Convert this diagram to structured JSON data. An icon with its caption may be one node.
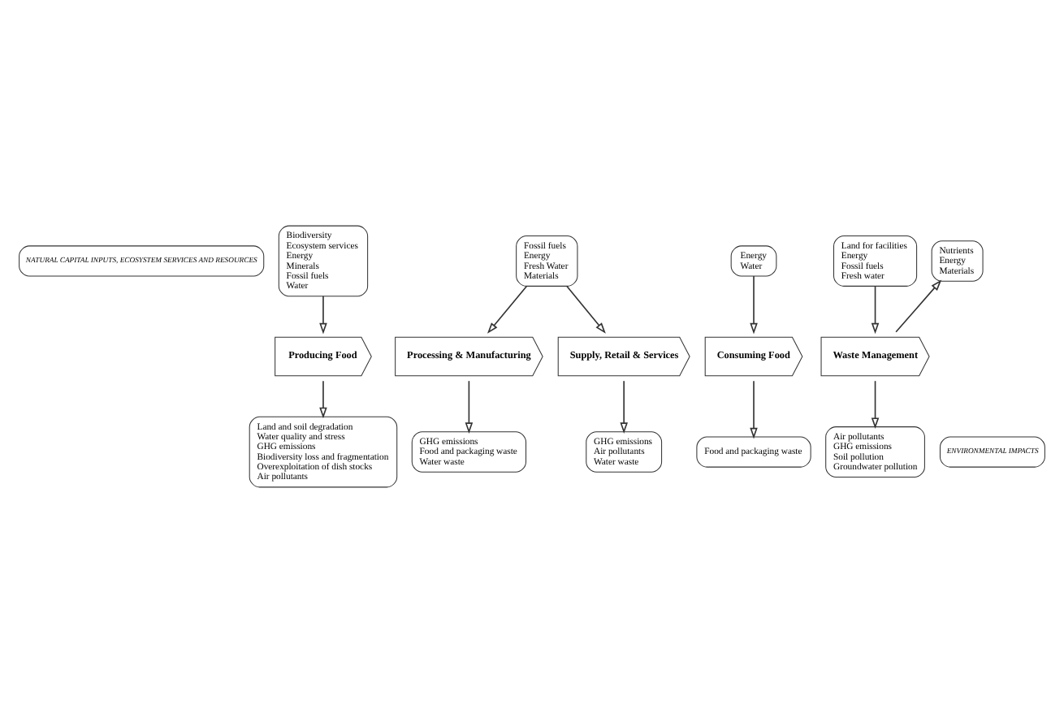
{
  "diagram": {
    "nodes": [
      {
        "text": [
          "NATURAL CAPITAL INPUTS, ECOSYSTEM SERVICES AND RESOURCES"
        ]
      },
      {
        "text": [
          "Biodiversity",
          "Ecosystem services",
          "Energy",
          "Minerals",
          "Fossil fuels",
          "Water"
        ]
      },
      {
        "text": [
          "Fossil fuels",
          "Energy",
          "Fresh Water",
          "Materials"
        ]
      },
      {
        "text": [
          "Energy",
          "Water"
        ]
      },
      {
        "text": [
          "Land for facilities",
          "Energy",
          "Fossil fuels",
          "Fresh water"
        ]
      },
      {
        "text": [
          "Nutrients",
          "Energy",
          "Materials"
        ]
      },
      {
        "text": [
          "Producing Food"
        ]
      },
      {
        "text": [
          "Processing & Manufacturing"
        ]
      },
      {
        "text": [
          "Supply, Retail & Services"
        ]
      },
      {
        "text": [
          "Consuming Food"
        ]
      },
      {
        "text": [
          "Waste Management"
        ]
      },
      {
        "text": [
          "ENVIRONMENTAL IMPACTS"
        ]
      },
      {
        "text": [
          "Land and soil degradation",
          "Water quality and stress",
          "GHG emissions",
          "Biodiversity loss and fragmentation",
          "Overexploitation of dish stocks",
          "Air pollutants"
        ]
      },
      {
        "text": [
          "GHG emissions",
          "Food and packaging waste",
          "Water waste"
        ]
      },
      {
        "text": [
          "GHG emissions",
          "Air pollutants",
          "Water waste"
        ]
      },
      {
        "text": [
          "Food and packaging waste"
        ]
      },
      {
        "text": [
          "Air pollutants",
          "GHG emissions",
          "Soil pollution",
          "Groundwater pollution"
        ]
      }
    ],
    "edges": [
      {
        "from": 1,
        "to": 6,
        "arrow": "to"
      },
      {
        "from": 2,
        "to": 7,
        "arrow": "to"
      },
      {
        "from": 2,
        "to": 8,
        "arrow": "to"
      },
      {
        "from": 3,
        "to": 9,
        "arrow": "to"
      },
      {
        "from": 4,
        "to": 10,
        "arrow": "to"
      },
      {
        "from": 10,
        "to": 5,
        "arrow": "to"
      },
      {
        "from": 6,
        "to": 12,
        "arrow": "to"
      },
      {
        "from": 7,
        "to": 13,
        "arrow": "to"
      },
      {
        "from": 8,
        "to": 14,
        "arrow": "to"
      },
      {
        "from": 9,
        "to": 15,
        "arrow": "to"
      },
      {
        "from": 10,
        "to": 16,
        "arrow": "to"
      }
    ]
  }
}
